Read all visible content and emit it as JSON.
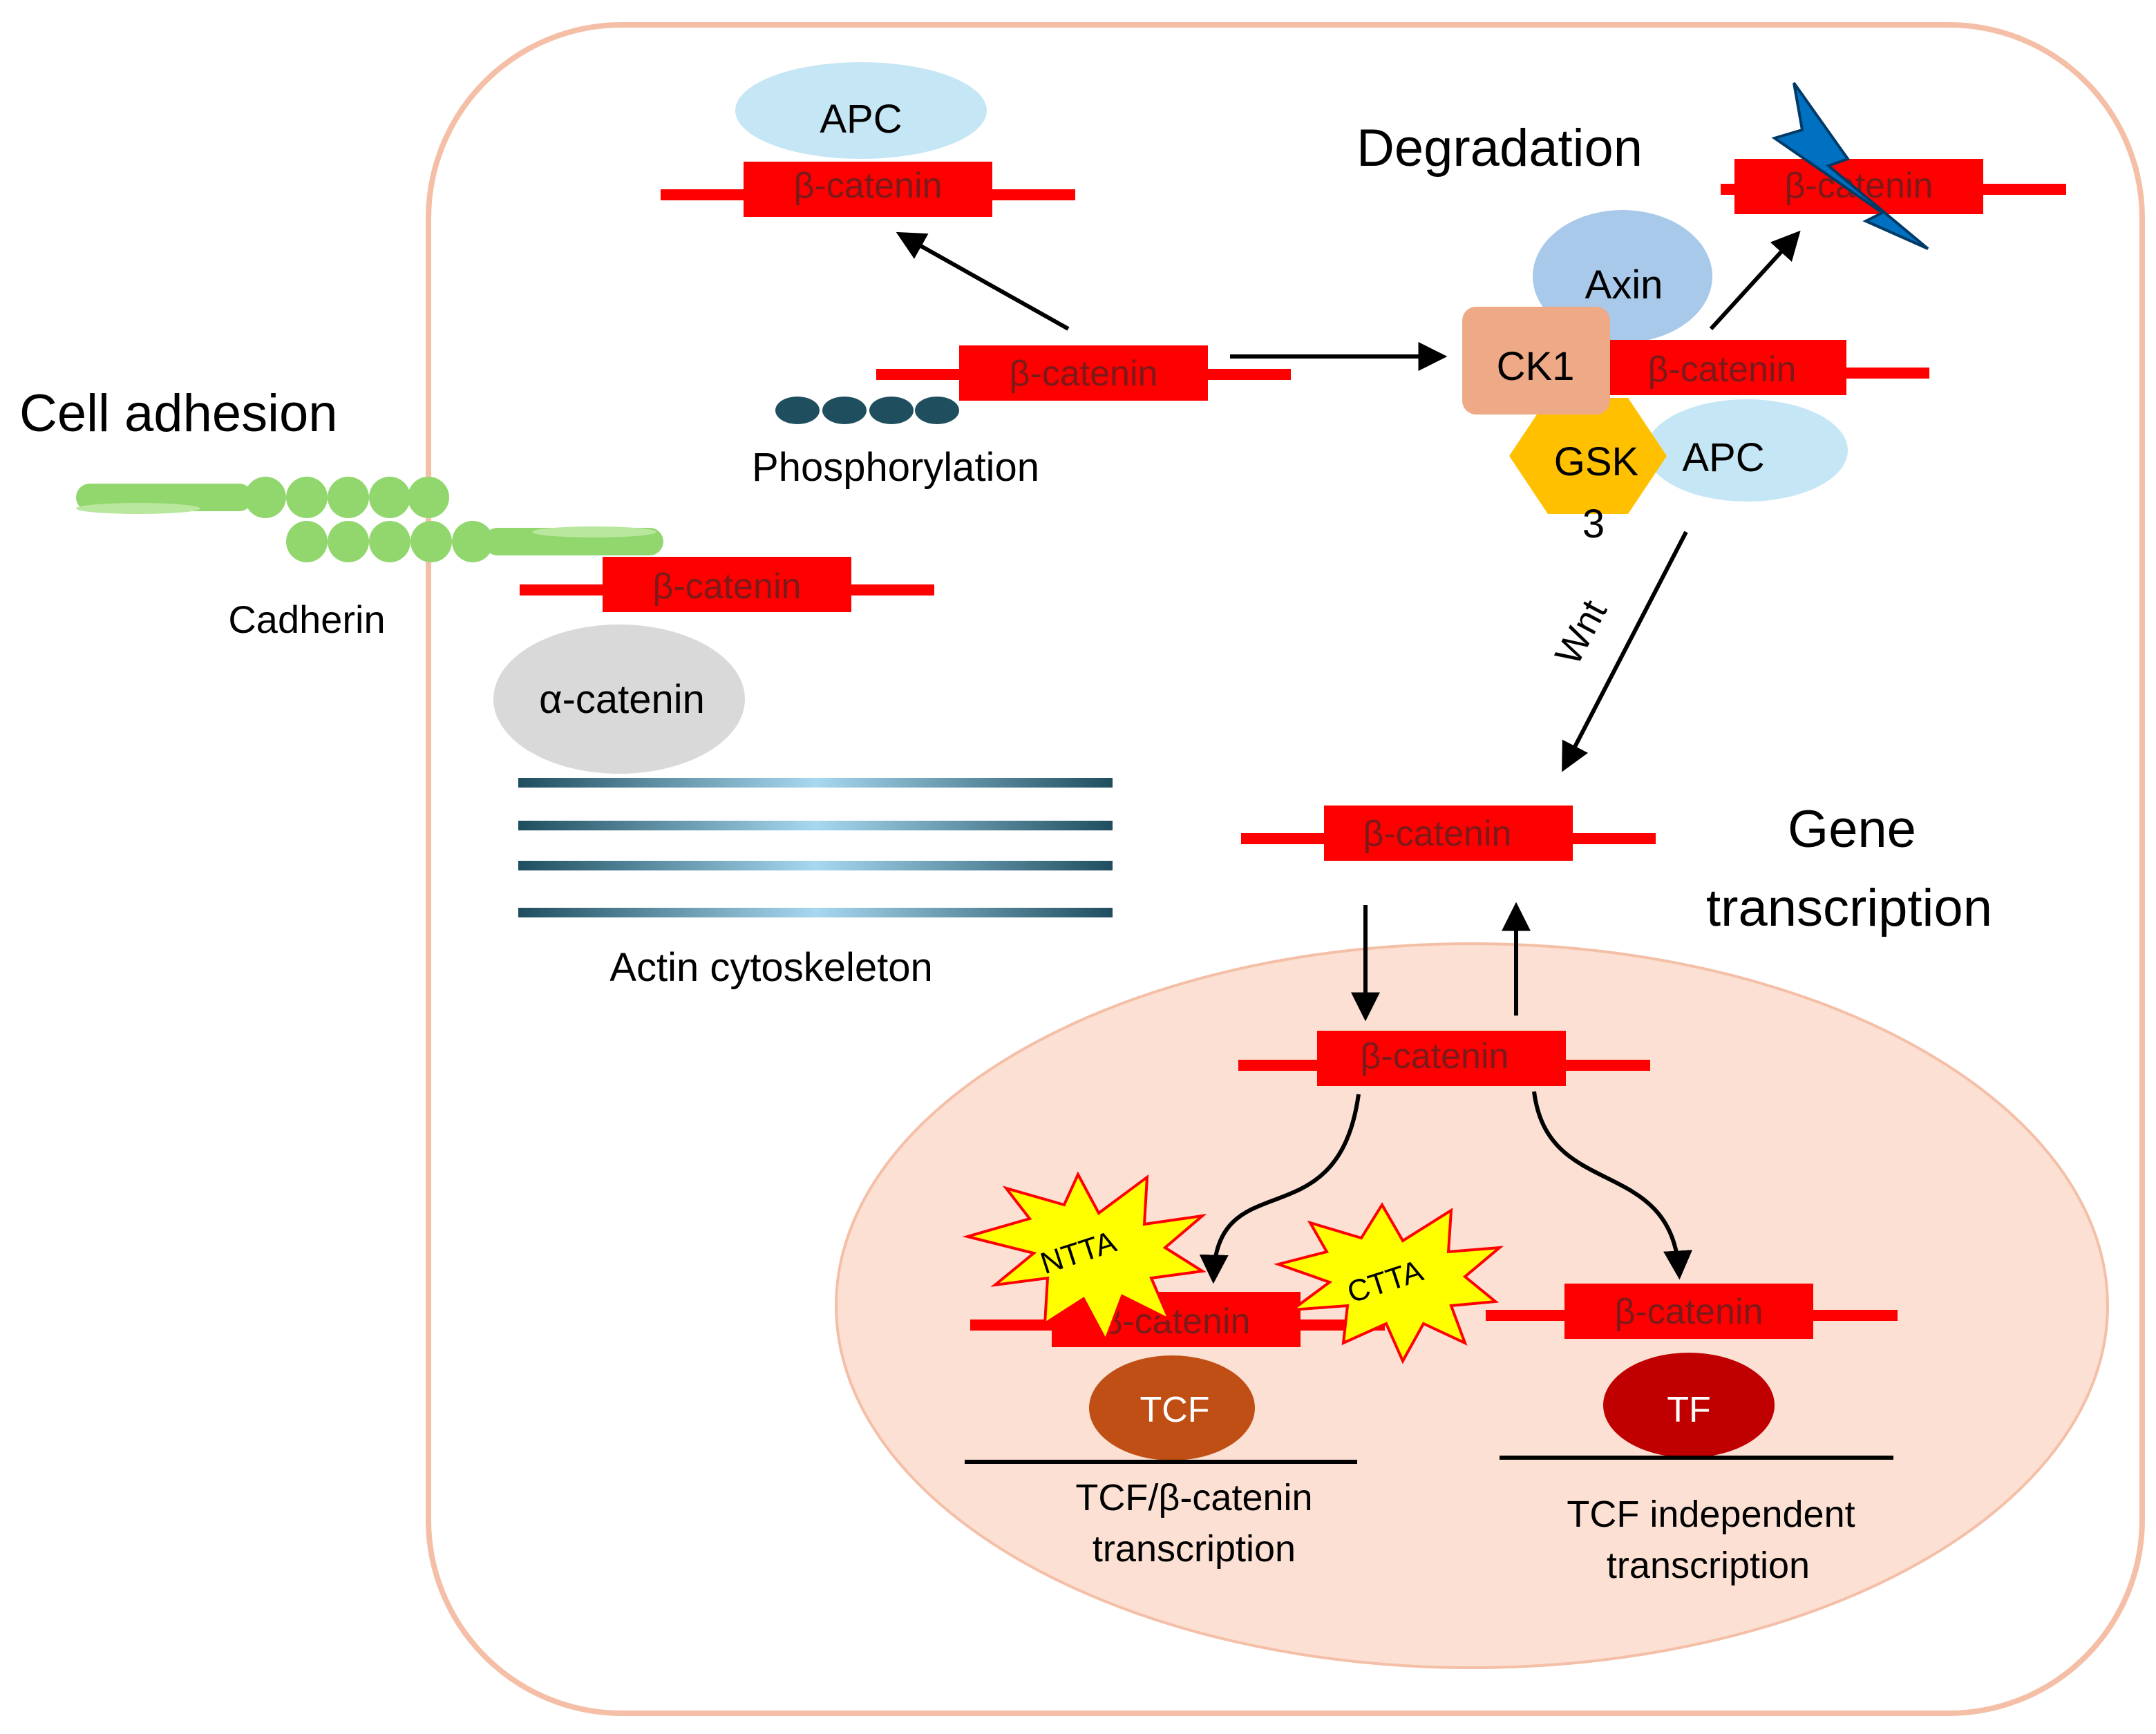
{
  "labels": {
    "cell_adhesion": "Cell adhesion",
    "cadherin": "Cadherin",
    "alpha_catenin": "α-catenin",
    "actin": "Actin cytoskeleton",
    "phosphorylation": "Phosphorylation",
    "degradation": "Degradation",
    "gene_transcription_1": "Gene",
    "gene_transcription_2": "transcription",
    "wnt": "Wnt",
    "tcf_beta_1": "TCF/β-catenin",
    "tcf_beta_2": "transcription",
    "tcf_indep_1": "TCF independent",
    "tcf_indep_2": "transcription"
  },
  "proteins": {
    "beta_catenin": "β-catenin",
    "apc": "APC",
    "axin": "Axin",
    "ck1": "CK1",
    "gsk_1": "GSK",
    "gsk_2": "3",
    "tcf": "TCF",
    "tf": "TF",
    "ntta": "NTTA",
    "ctta": "CTTA"
  },
  "colors": {
    "cell_border": "#f4bfa6",
    "nucleus_fill": "#fbe0d3",
    "beta_catenin": "#ff0000",
    "apc": "#c5e6f5",
    "axin": "#a9c9ea",
    "ck1": "#eea986",
    "gsk": "#ffc000",
    "alpha_catenin": "#d9d9d9",
    "cadherin": "#92d76e",
    "tcf": "#c04f15",
    "tf": "#c00000",
    "star": "#ffff00",
    "phospho": "#1f4e5f",
    "lightning": "#0070c0"
  }
}
